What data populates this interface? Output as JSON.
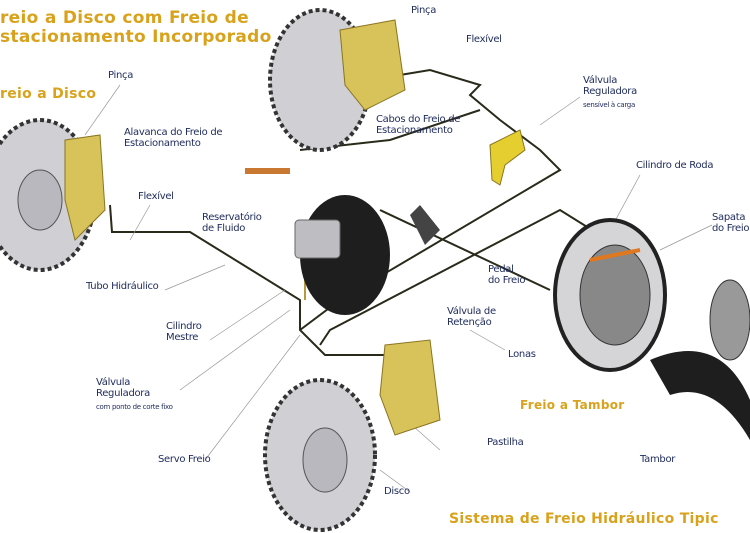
{
  "titles": {
    "main_line1": "reio a Disco com Freio de",
    "main_line2": "stacionamento Incorporado",
    "disc_brake": "reio a Disco",
    "drum_brake": "Freio a Tambor",
    "system": "Sistema de Freio Hidráulico Tipic"
  },
  "labels": {
    "pinca_top": "Pinça",
    "flexivel_top": "Flexível",
    "valvula_reguladora_1": "Válvula",
    "valvula_reguladora_2": "Reguladora",
    "sensivel_carga": "sensível à carga",
    "pinca_left": "Pinça",
    "alavanca_1": "Alavanca do Freio de",
    "alavanca_2": "Estacionamento",
    "cabos_1": "Cabos do Freio de",
    "cabos_2": "Estacionamento",
    "cilindro_roda": "Cilindro de Roda",
    "sapata_1": "Sapata",
    "sapata_2": "do Freio",
    "flexivel_left": "Flexível",
    "reservatorio_1": "Reservatório",
    "reservatorio_2": "de Fluido",
    "tubo": "Tubo Hidráulico",
    "pedal_1": "Pedal",
    "pedal_2": "do Freio",
    "cilindro_mestre_1": "Cilindro",
    "cilindro_mestre_2": "Mestre",
    "retencao_1": "Válvula de",
    "retencao_2": "Retenção",
    "lonas": "Lonas",
    "valv_fixo_1": "Válvula",
    "valv_fixo_2": "Reguladora",
    "valv_fixo_3": "com ponto de corte fixo",
    "pastilha": "Pastilha",
    "servo": "Servo Freio",
    "tambor": "Tambor",
    "disco": "Disco"
  },
  "colors": {
    "title": "#d9a21c",
    "label": "#1d2a5c",
    "caliper": "#d8c25a",
    "disc": "#cfcfd4",
    "pipe": "#2a2a1a"
  }
}
